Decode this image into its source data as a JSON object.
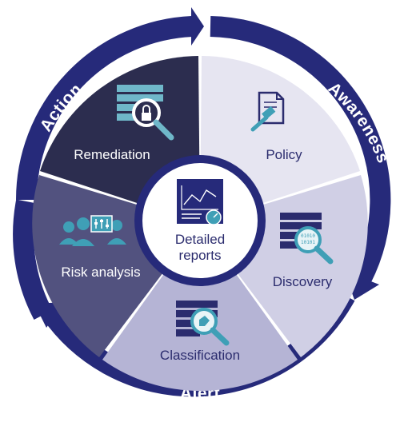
{
  "cycle": {
    "ring_labels": {
      "action": "Action",
      "awareness": "Awareness",
      "alert": "Alert"
    },
    "segments": {
      "remediation": "Remediation",
      "policy": "Policy",
      "discovery": "Discovery",
      "classification": "Classification",
      "risk_analysis": "Risk analysis"
    },
    "hub": {
      "line1": "Detailed",
      "line2": "reports"
    }
  },
  "colors": {
    "ring_navy": "#262a7a",
    "remediation": "#2c2d4f",
    "policy": "#e6e5f1",
    "discovery": "#d0cfe5",
    "classification": "#b5b4d5",
    "risk_analysis": "#52527f",
    "icon_teal": "#3f9fb6",
    "icon_navy": "#2b2c6e"
  }
}
